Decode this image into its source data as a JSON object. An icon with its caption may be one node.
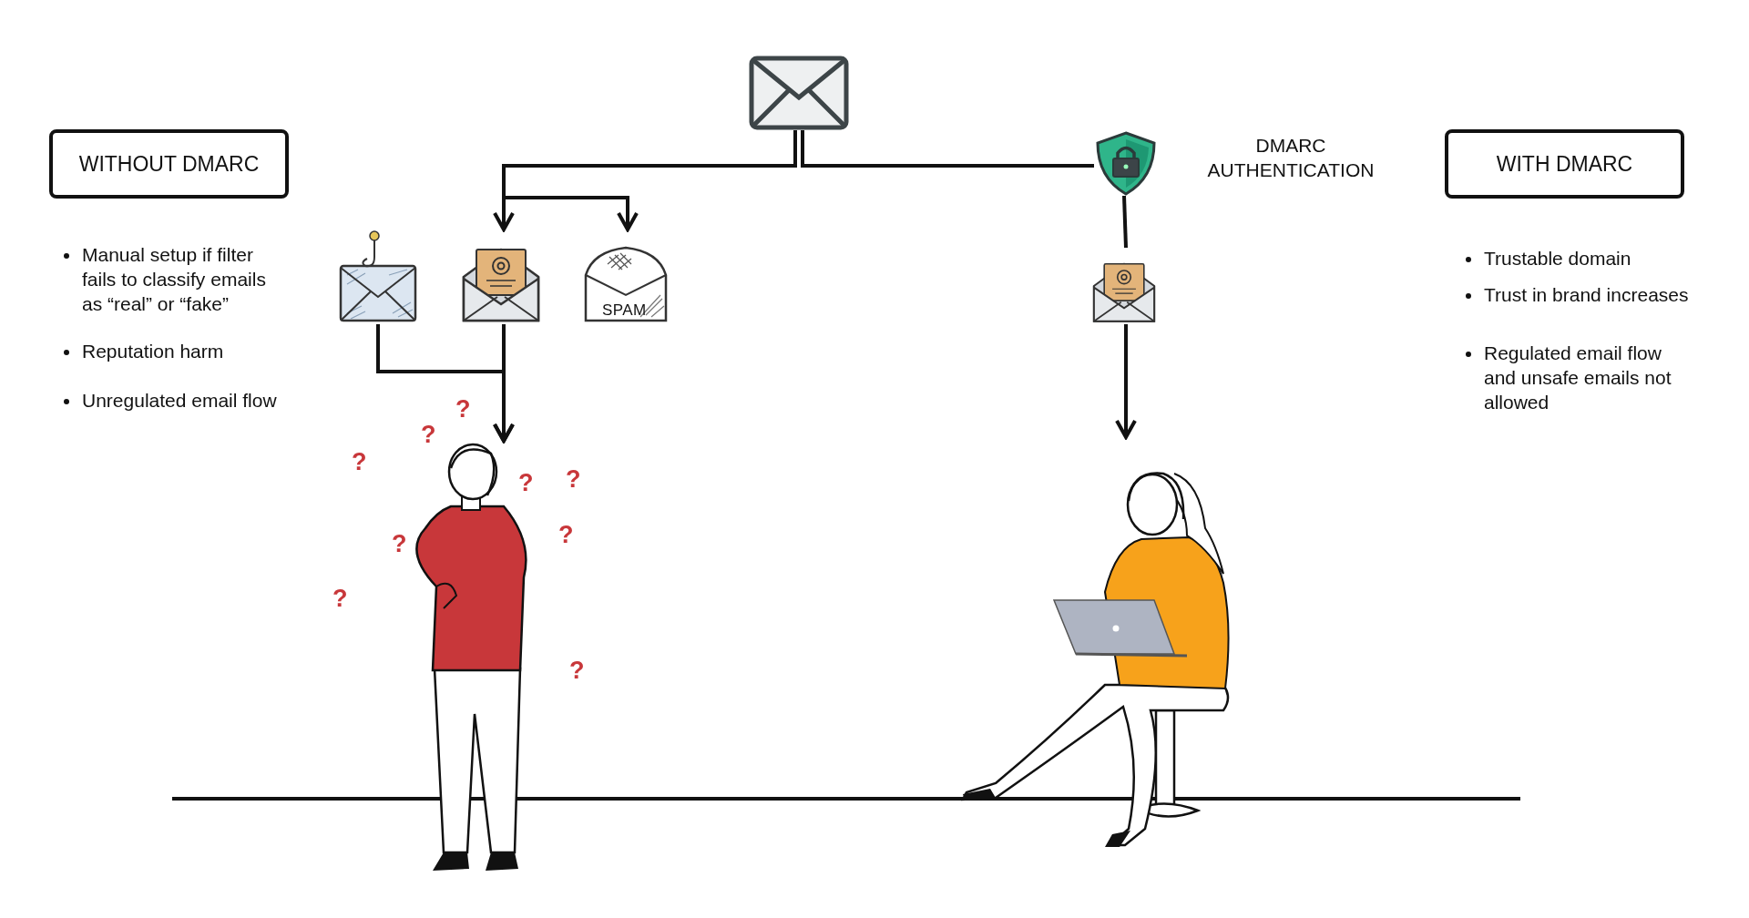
{
  "diagram": {
    "nodes": [
      {
        "text": [
          "WITHOUT DMARC"
        ]
      },
      {
        "text": [
          "WITH DMARC"
        ]
      },
      {
        "text": [],
        "shape": "picture"
      },
      {
        "text": [],
        "shape": "picture",
        "beside": [
          "DMARC AUTHENTICATION"
        ]
      },
      {
        "text": [],
        "shape": "picture"
      },
      {
        "text": [],
        "shape": "picture"
      },
      {
        "text": [
          "SPAM"
        ]
      },
      {
        "text": [],
        "shape": "picture"
      },
      {
        "text": [],
        "shape": "person"
      },
      {
        "text": [],
        "shape": "person"
      }
    ],
    "edges": [
      {
        "from": 2,
        "to": 5,
        "arrow": "to"
      },
      {
        "from": 2,
        "to": 6,
        "arrow": "to"
      },
      {
        "from": 2,
        "to": 3,
        "arrow": "none"
      },
      {
        "from": 3,
        "to": 7,
        "arrow": "none"
      },
      {
        "from": 4,
        "to": 8,
        "arrow": "to"
      },
      {
        "from": 5,
        "to": 8,
        "arrow": "to"
      },
      {
        "from": 7,
        "to": 9,
        "arrow": "to"
      }
    ],
    "labels": [
      "Manual setup if filter fails to classify emails as “real” or “fake”",
      "Reputation harm",
      "Unregulated email flow",
      "Trustable domain",
      "Trust in brand increases",
      "Regulated email flow and unsafe emails not allowed",
      "?",
      "?",
      "?",
      "?",
      "?",
      "?",
      "?",
      "?",
      "?"
    ]
  }
}
